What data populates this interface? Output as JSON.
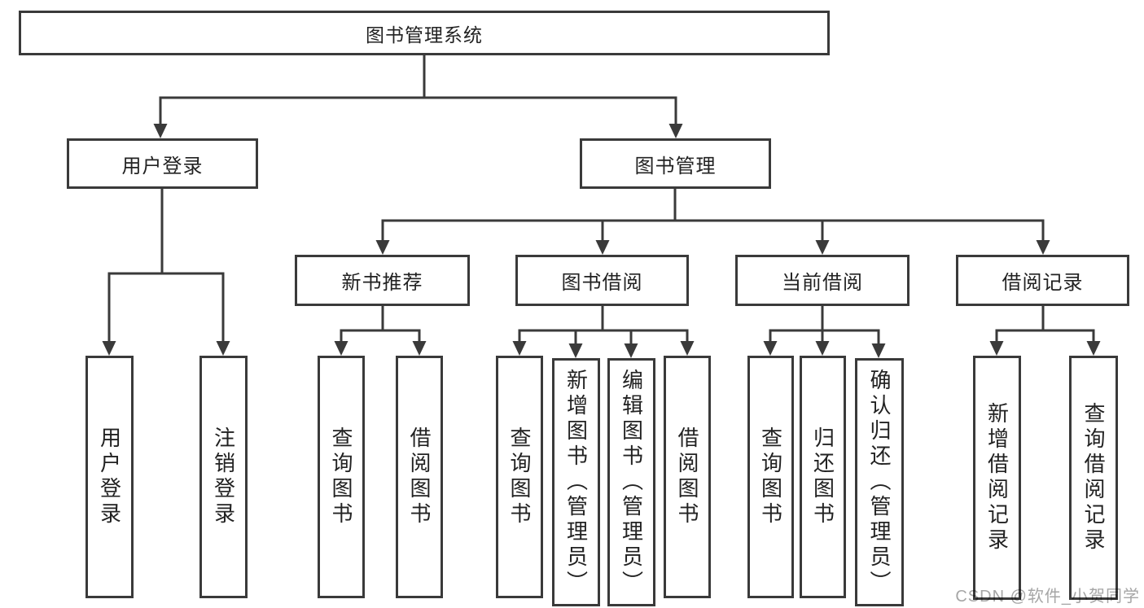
{
  "colors": {
    "line": "#3a3a3a",
    "text": "#222222",
    "box_bg": "#ffffff",
    "watermark": "#a6a6a6"
  },
  "tree": {
    "root": "图书管理系统",
    "branches": [
      {
        "label": "用户登录",
        "leaves": [
          "用户登录",
          "注销登录"
        ]
      },
      {
        "label": "图书管理",
        "children": [
          {
            "label": "新书推荐",
            "leaves": [
              "查询图书",
              "借阅图书"
            ]
          },
          {
            "label": "图书借阅",
            "leaves": [
              "查询图书",
              "新增图书（管理员）",
              "编辑图书（管理员）",
              "借阅图书"
            ]
          },
          {
            "label": "当前借阅",
            "leaves": [
              "查询图书",
              "归还图书",
              "确认归还（管理员）"
            ]
          },
          {
            "label": "借阅记录",
            "leaves": [
              "新增借阅记录",
              "查询借阅记录"
            ]
          }
        ]
      }
    ]
  },
  "watermark": "CSDN @软件_小贺同学"
}
